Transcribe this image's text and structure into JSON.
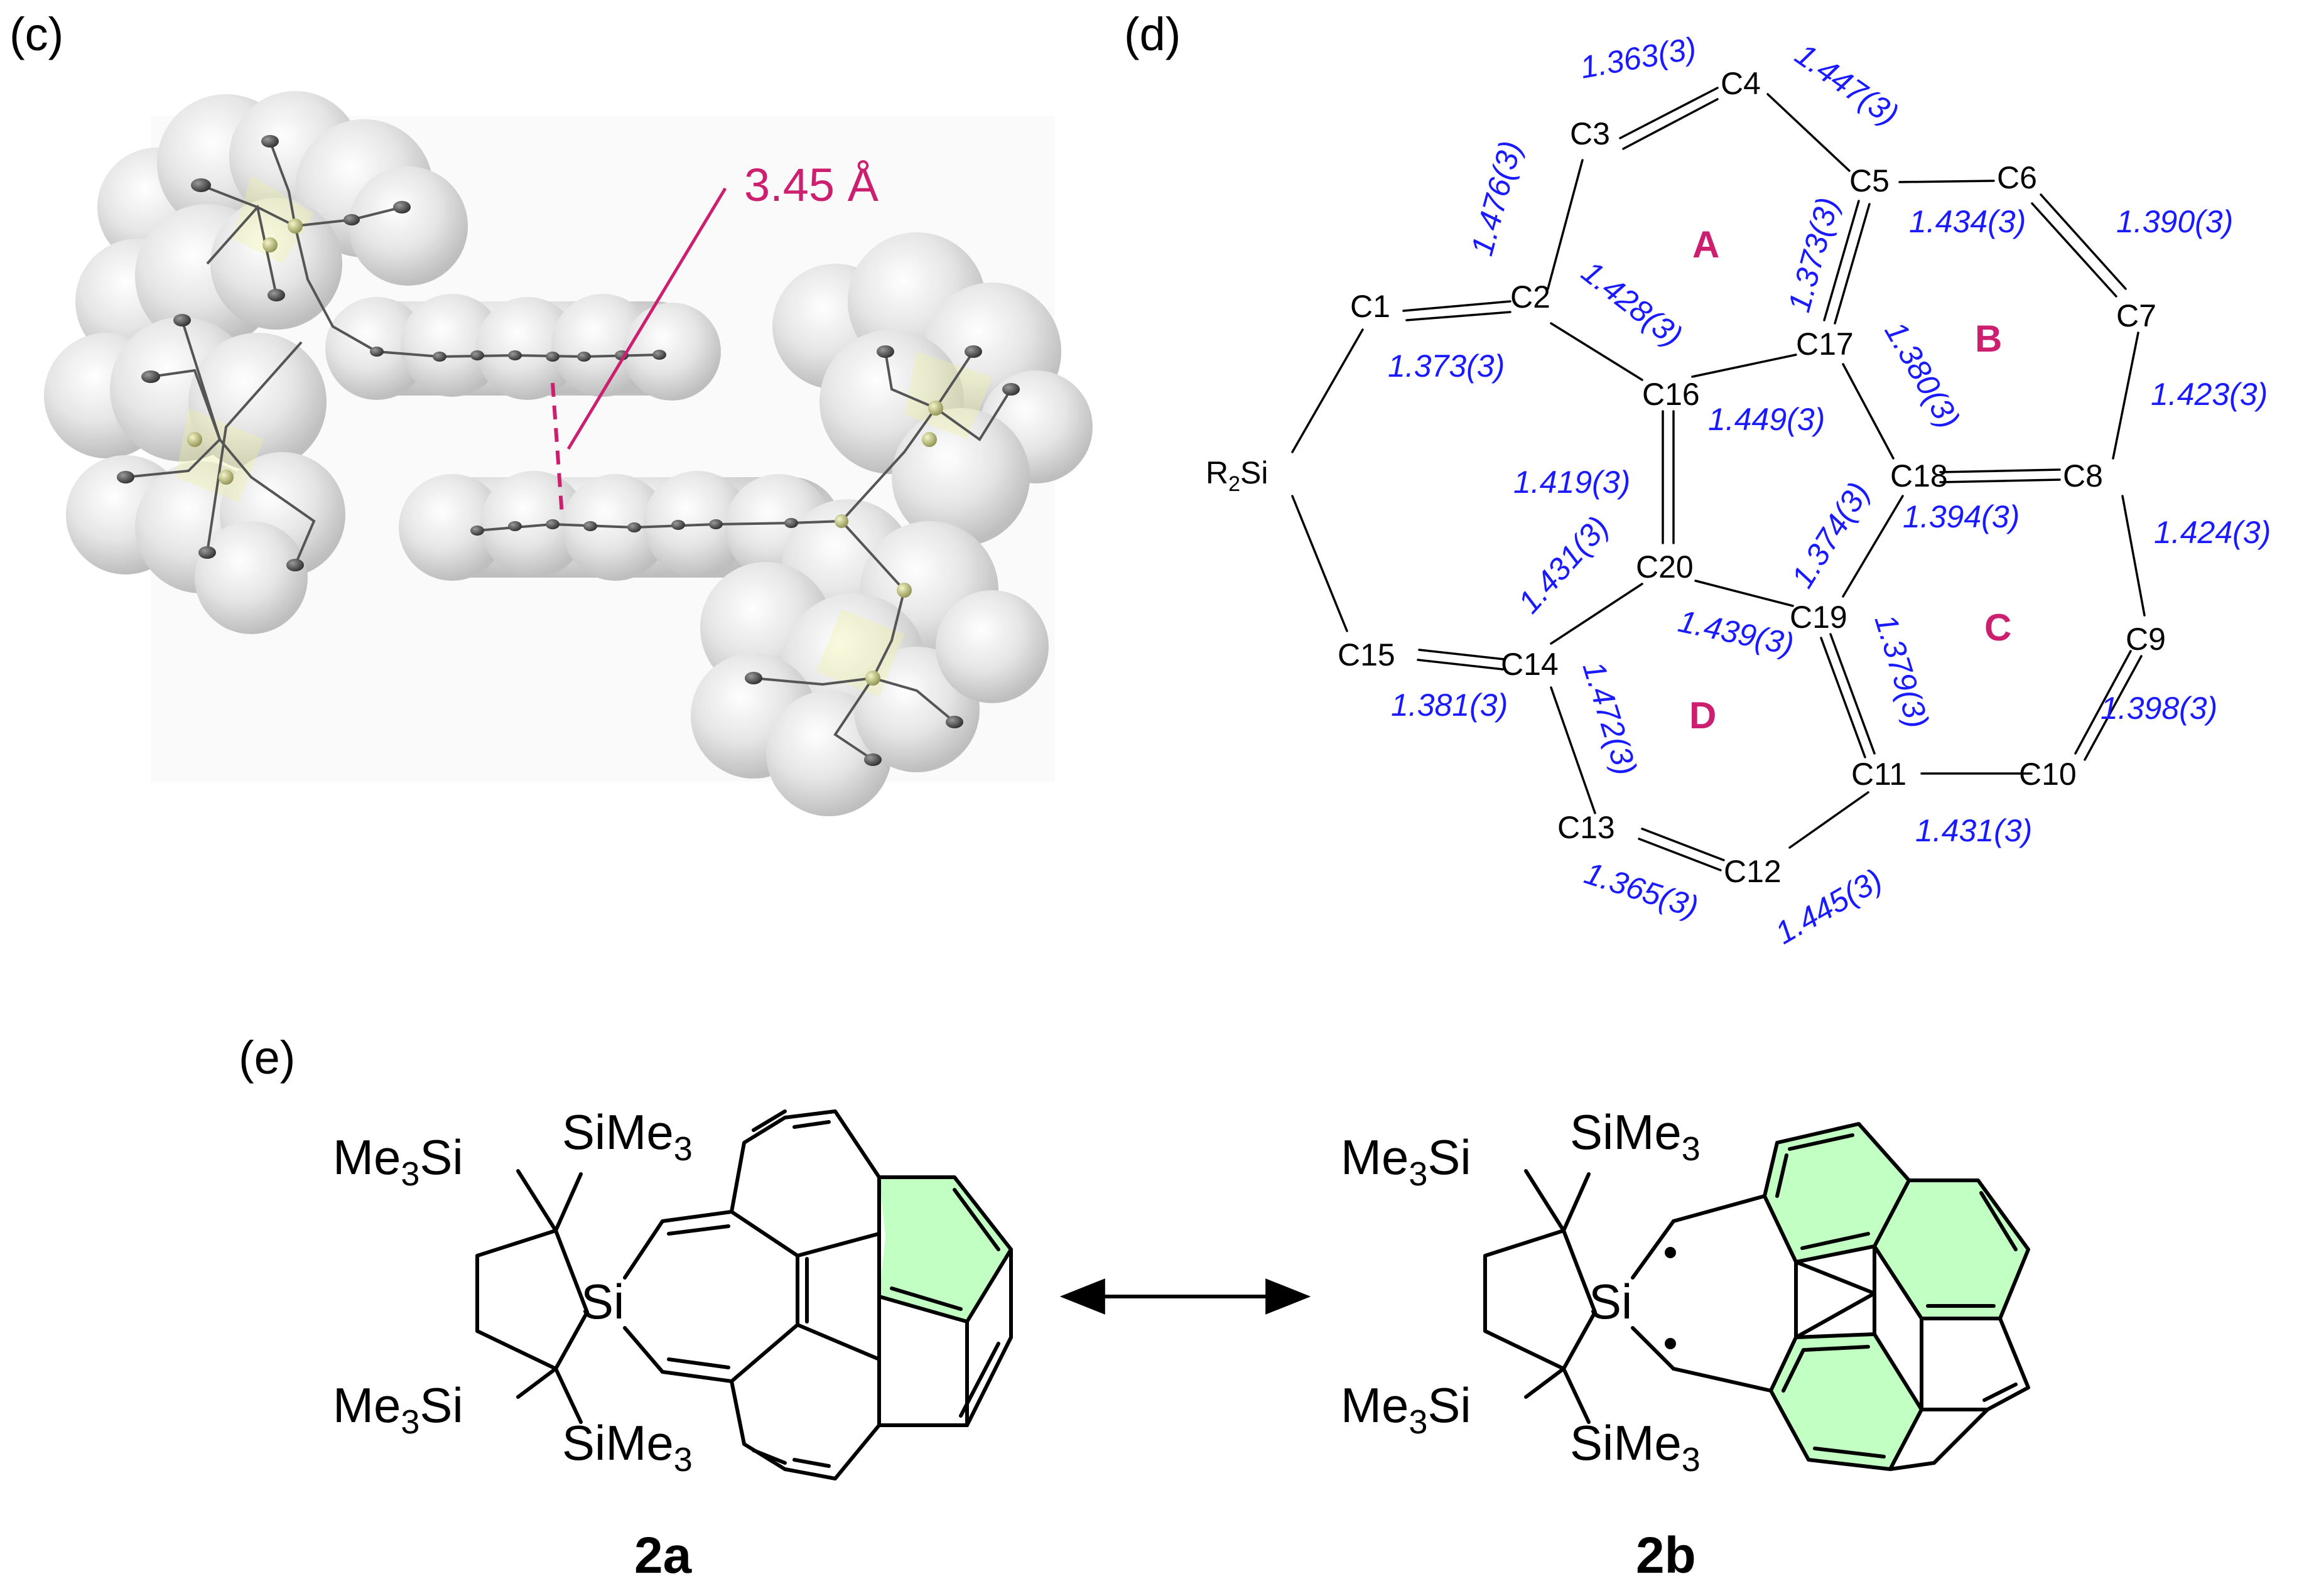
{
  "panels": {
    "c": {
      "label": "(c)",
      "distance": "3.45 Å",
      "highlight_color": "#cc1f6f"
    },
    "d": {
      "label": "(d)",
      "substituent": "R",
      "substituent_sub": "2",
      "substituent_atom": "Si",
      "ring_A": "A",
      "ring_B": "B",
      "ring_C": "C",
      "ring_D": "D",
      "atoms": [
        "C1",
        "C2",
        "C3",
        "C4",
        "C5",
        "C6",
        "C7",
        "C8",
        "C9",
        "C10",
        "C11",
        "C12",
        "C13",
        "C14",
        "C15",
        "C16",
        "C17",
        "C18",
        "C19",
        "C20"
      ],
      "bond_lengths": [
        "1.363(3)",
        "1.447(3)",
        "1.476(3)",
        "1.373(3)",
        "1.434(3)",
        "1.390(3)",
        "1.428(3)",
        "1.373(3)",
        "1.380(3)",
        "1.423(3)",
        "1.449(3)",
        "1.419(3)",
        "1.374(3)",
        "1.394(3)",
        "1.424(3)",
        "1.431(3)",
        "1.439(3)",
        "1.379(3)",
        "1.381(3)",
        "1.472(3)",
        "1.398(3)",
        "1.431(3)",
        "1.365(3)",
        "1.445(3)"
      ],
      "bond_color": "#1a1aff",
      "ring_label_color": "#cc1f6f"
    },
    "e": {
      "label": "(e)",
      "me3si": "Me",
      "me3si_sub": "3",
      "me3si_tail": "Si",
      "sime3": "SiMe",
      "sime3_sub": "3",
      "si": "Si",
      "compound_a": "2a",
      "compound_b": "2b",
      "ring_fill": "#c2ffc2"
    }
  }
}
